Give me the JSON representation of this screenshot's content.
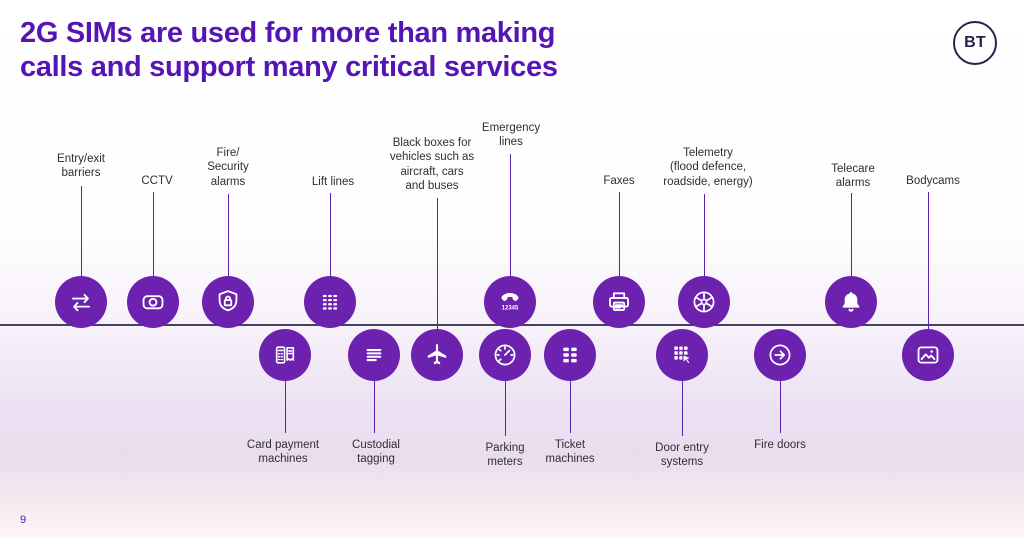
{
  "slide": {
    "title": "2G SIMs are used for more than making\ncalls and support many critical services",
    "logo_text": "BT",
    "page_number": "9",
    "colors": {
      "title_purple": "#5514B4",
      "node_purple": "#6C21AF",
      "timeline_line": "#45425F",
      "logo_navy": "#23234F",
      "label_text": "#2F2D38"
    }
  },
  "nodes": [
    {
      "id": "entry-exit-barriers",
      "label": "Entry/exit\nbarriers",
      "icon": "entry-exit-arrows-icon",
      "side": "above"
    },
    {
      "id": "cctv",
      "label": "CCTV",
      "icon": "cctv-camera-icon",
      "side": "above"
    },
    {
      "id": "fire-security-alarms",
      "label": "Fire/\nSecurity\nalarms",
      "icon": "shield-lock-icon",
      "side": "above"
    },
    {
      "id": "lift-lines",
      "label": "Lift lines",
      "icon": "lift-buttons-icon",
      "side": "above"
    },
    {
      "id": "black-boxes",
      "label": "Black boxes for\nvehicles such as\naircraft, cars\nand buses",
      "icon": "airplane-icon",
      "side": "below-label-above"
    },
    {
      "id": "emergency-lines",
      "label": "Emergency\nlines",
      "icon": "emergency-phone-icon",
      "side": "above"
    },
    {
      "id": "faxes",
      "label": "Faxes",
      "icon": "fax-machine-icon",
      "side": "above"
    },
    {
      "id": "telemetry",
      "label": "Telemetry\n(flood defence,\nroadside, energy)",
      "icon": "telemetry-dial-icon",
      "side": "above"
    },
    {
      "id": "telecare-alarms",
      "label": "Telecare\nalarms",
      "icon": "bell-icon",
      "side": "above"
    },
    {
      "id": "bodycams",
      "label": "Bodycams",
      "icon": "photo-icon",
      "side": "below-label-above"
    },
    {
      "id": "card-payment-machines",
      "label": "Card payment\nmachines",
      "icon": "card-terminal-icon",
      "side": "below"
    },
    {
      "id": "custodial-tagging",
      "label": "Custodial\ntagging",
      "icon": "list-lines-icon",
      "side": "below"
    },
    {
      "id": "parking-meters",
      "label": "Parking\nmeters",
      "icon": "gauge-icon",
      "side": "below"
    },
    {
      "id": "ticket-machines",
      "label": "Ticket\nmachines",
      "icon": "ticket-grid-icon",
      "side": "below"
    },
    {
      "id": "door-entry-systems",
      "label": "Door entry\nsystems",
      "icon": "keypad-cursor-icon",
      "side": "below"
    },
    {
      "id": "fire-doors",
      "label": "Fire doors",
      "icon": "arrow-right-circle-icon",
      "side": "below"
    }
  ]
}
